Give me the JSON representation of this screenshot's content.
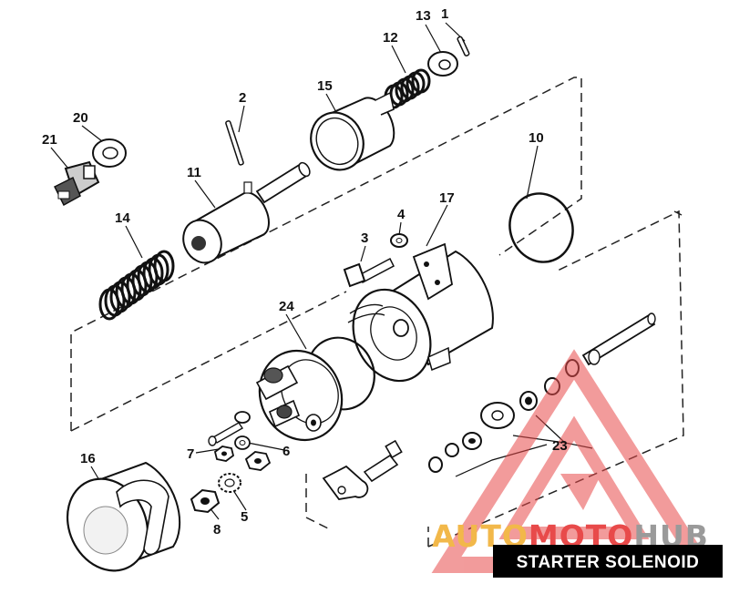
{
  "callouts": {
    "c1": "1",
    "c2": "2",
    "c3": "3",
    "c4": "4",
    "c5": "5",
    "c6": "6",
    "c7": "7",
    "c8": "8",
    "c10": "10",
    "c11": "11",
    "c12": "12",
    "c13": "13",
    "c14": "14",
    "c15": "15",
    "c16": "16",
    "c17": "17",
    "c20": "20",
    "c21": "21",
    "c23": "23",
    "c24": "24"
  },
  "watermark": {
    "part1": "AUTO",
    "part2": "MOTO",
    "part3": "HUB"
  },
  "title": "STARTER SOLENOID",
  "colors": {
    "brand_red": "#e84a4a",
    "brand_orange": "#f2b84a",
    "ink": "#111111"
  }
}
